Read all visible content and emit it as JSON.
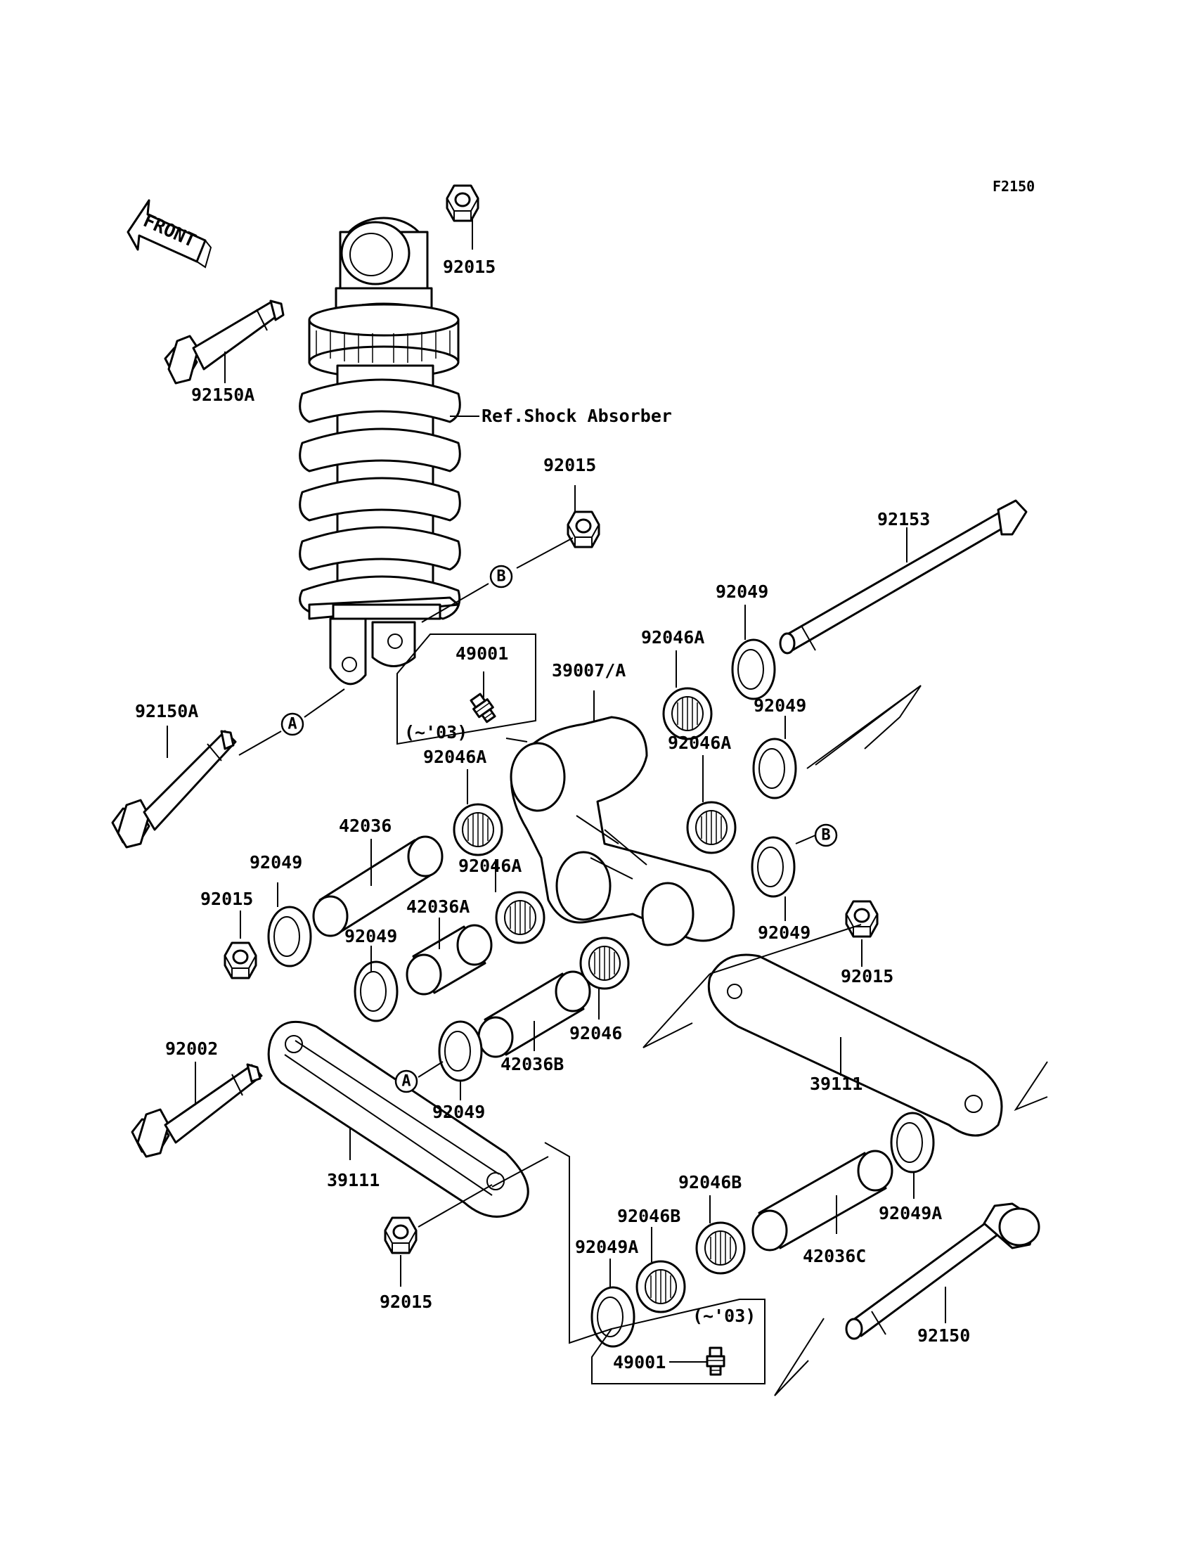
{
  "figure_code": "F2150",
  "front_label": "FRONT",
  "reference_note": "Ref.Shock Absorber",
  "version_note": "(~'03)",
  "markers": {
    "a": "A",
    "b": "B"
  },
  "part_numbers": {
    "nut_top": "92015",
    "bolt_upper_left": "92150A",
    "nut_shock_lower": "92015",
    "through_bolt": "92153",
    "collar_seal_1": "92049",
    "bearing_1": "92046A",
    "fitting_top": "49001",
    "rocker_arm": "39007/A",
    "collar_seal_2": "92049",
    "bolt_lower_left": "92150A",
    "bearing_2": "92046A",
    "bearing_3": "92046A",
    "sleeve_1": "42036",
    "collar_seal_3": "92049",
    "bearing_4": "92046A",
    "nut_left": "92015",
    "sleeve_2": "42036A",
    "collar_seal_4": "92049",
    "collar_seal_5": "92049",
    "nut_right": "92015",
    "bearing_5": "92046",
    "sleeve_3": "42036B",
    "tie_rod_right": "39111",
    "bolt_tie_rod": "92002",
    "collar_seal_6": "92049",
    "tie_rod_left": "39111",
    "bearing_6": "92046B",
    "bearing_7": "92046B",
    "sleeve_4": "42036C",
    "collar_seal_7": "92049A",
    "collar_seal_8": "92049A",
    "nut_bottom": "92015",
    "bolt_bottom": "92150",
    "fitting_bottom": "49001"
  }
}
